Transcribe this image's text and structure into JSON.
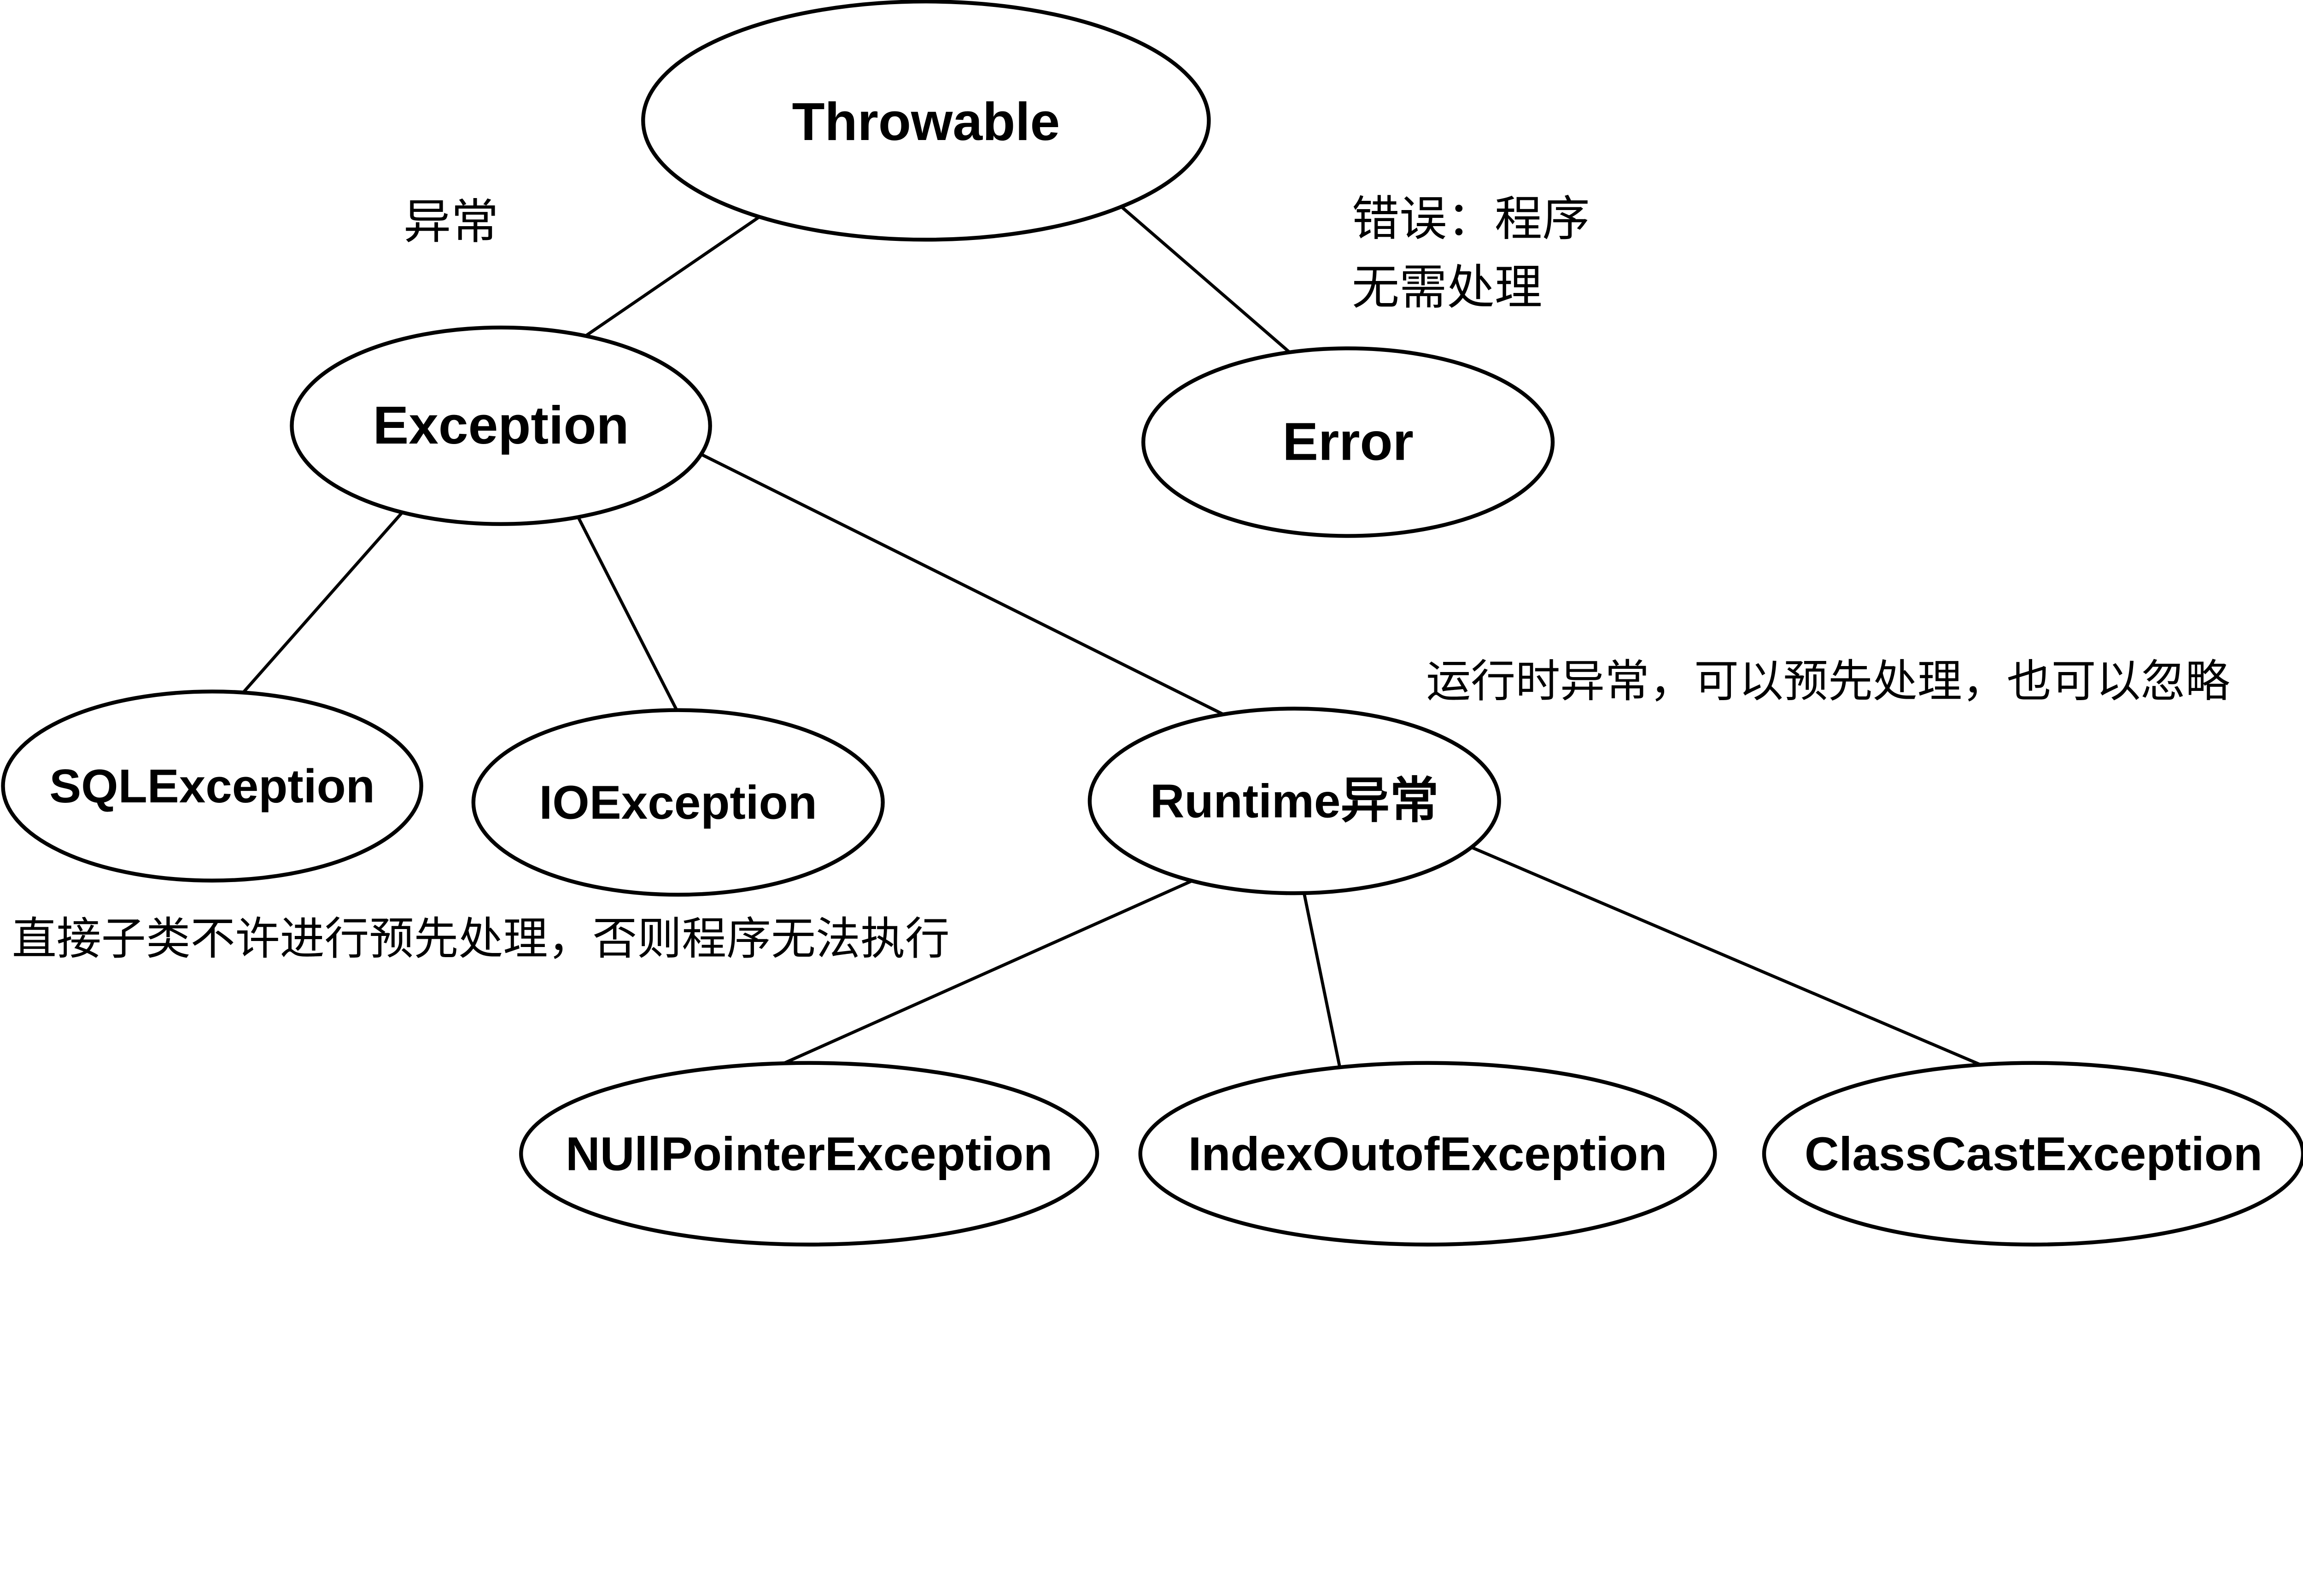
{
  "nodes": {
    "throwable": {
      "label": "Throwable"
    },
    "exception": {
      "label": "Exception"
    },
    "error": {
      "label": "Error"
    },
    "sql_exception": {
      "label": "SQLException"
    },
    "io_exception": {
      "label": "IOException"
    },
    "runtime_exception": {
      "label_en": "Runtime",
      "label_zh": "异常"
    },
    "null_pointer_exception": {
      "label": "NUllPointerException"
    },
    "index_outof_exception": {
      "label": "IndexOutofException"
    },
    "class_cast_exception": {
      "label": "ClassCastException"
    }
  },
  "annotations": {
    "exception_branch_label": "异常",
    "error_branch_label_line1": "错误：程序",
    "error_branch_label_line2": "无需处理",
    "runtime_branch_note": "运行时异常，可以预先处理，也可以忽略",
    "checked_exception_note": "直接子类不许进行预先处理，否则程序无法执行"
  },
  "edges": [
    {
      "from": "Throwable",
      "to": "Exception"
    },
    {
      "from": "Throwable",
      "to": "Error"
    },
    {
      "from": "Exception",
      "to": "SQLException"
    },
    {
      "from": "Exception",
      "to": "IOException"
    },
    {
      "from": "Exception",
      "to": "Runtime异常"
    },
    {
      "from": "Runtime异常",
      "to": "NUllPointerException"
    },
    {
      "from": "Runtime异常",
      "to": "IndexOutofException"
    },
    {
      "from": "Runtime异常",
      "to": "ClassCastException"
    }
  ],
  "colors": {
    "background": "#ffffff",
    "stroke": "#000000",
    "text": "#000000"
  }
}
